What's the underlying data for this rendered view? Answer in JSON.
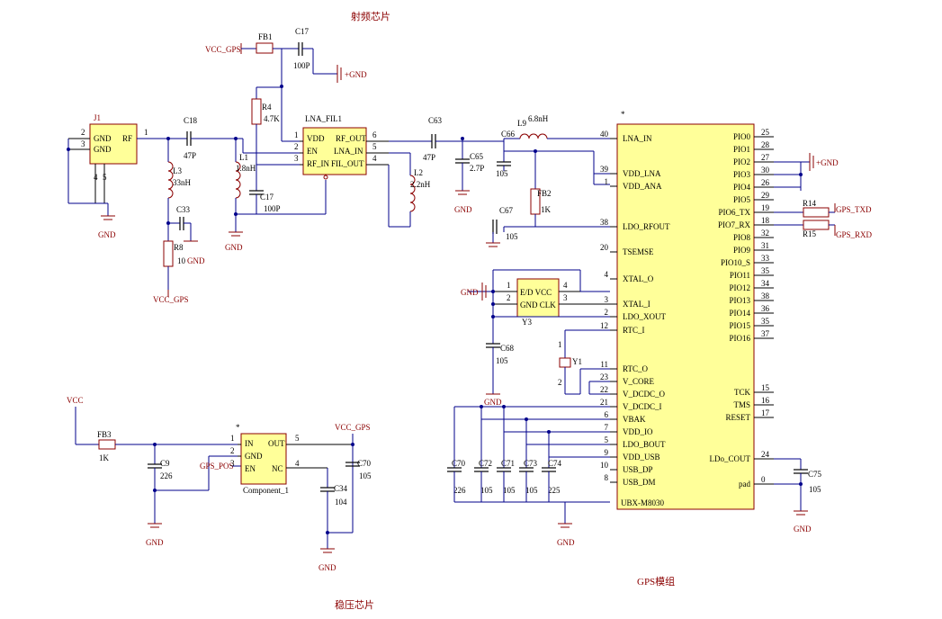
{
  "sections": {
    "rf_chip": "射频芯片",
    "ldo": "稳压芯片",
    "gps_module": "GPS模组"
  },
  "nets": {
    "vcc_gps": "VCC_GPS",
    "gnd": "GND",
    "plus_gnd": "+GND",
    "vcc": "VCC",
    "gps_txd": "GPS_TXD",
    "gps_rxd": "GPS_RXD",
    "gps_pos": "GPS_POS",
    "vcc_gps2": "VCC_GPS"
  },
  "components": {
    "j1": {
      "ref": "J1",
      "pin1": "1",
      "pin2": "2",
      "pin3": "3",
      "pin4": "4",
      "pin5": "5",
      "gnd1": "GND",
      "gnd2": "GND",
      "rf": "RF"
    },
    "fb1": {
      "ref": "FB1"
    },
    "c17": {
      "ref": "C17",
      "value": "100P"
    },
    "c18": {
      "ref": "C18",
      "value": "47P"
    },
    "l3": {
      "ref": "L3",
      "value": "33nH"
    },
    "l1": {
      "ref": "L1",
      "value": "1.8nH"
    },
    "r4": {
      "ref": "R4",
      "value": "4.7K"
    },
    "c17b": {
      "ref": "C17",
      "value": "100P"
    },
    "c33": {
      "ref": "C33"
    },
    "r8": {
      "ref": "R8",
      "value": "10"
    },
    "lna": {
      "ref": "LNA_FIL1",
      "vdd": "VDD",
      "rf_out": "RF_OUT",
      "en": "EN",
      "lna_in": "LNA_IN",
      "rf_in": "RF_IN",
      "fil_out": "FIL_OUT",
      "p1": "1",
      "p2": "2",
      "p3": "3",
      "p4": "4",
      "p5": "5",
      "p6": "6"
    },
    "l2": {
      "ref": "L2",
      "value": "2.2nH"
    },
    "c63": {
      "ref": "C63",
      "value": "47P"
    },
    "c65": {
      "ref": "C65",
      "value": "2.7P"
    },
    "c66": {
      "ref": "C66",
      "value": "105"
    },
    "l9": {
      "ref": "L9",
      "value": "6.8nH"
    },
    "fb2": {
      "ref": "FB2",
      "value": "1K"
    },
    "c67": {
      "ref": "C67",
      "value": "105"
    },
    "y3": {
      "ref": "Y3",
      "ed_vcc": "E/D VCC",
      "gnd_clk": "GND CLK",
      "p1": "1",
      "p2": "2",
      "p3": "3",
      "p4": "4"
    },
    "c68": {
      "ref": "C68",
      "value": "105"
    },
    "y1": {
      "ref": "Y1",
      "p1": "1",
      "p2": "2"
    },
    "fb3": {
      "ref": "FB3",
      "value": "1K"
    },
    "c9": {
      "ref": "C9",
      "value": "226"
    },
    "u_ldo": {
      "ref": "Component_1",
      "in": "IN",
      "gnd": "GND",
      "en": "EN",
      "out": "OUT",
      "nc": "NC",
      "p1": "1",
      "p2": "2",
      "p3": "3",
      "p4": "4",
      "p5": "5"
    },
    "c34": {
      "ref": "C34",
      "value": "104"
    },
    "c70": {
      "ref": "C70",
      "value": "105"
    },
    "c70b": {
      "ref": "C70",
      "value": "226"
    },
    "c72": {
      "ref": "C72",
      "value": "105"
    },
    "c71": {
      "ref": "C71",
      "value": "105"
    },
    "c73": {
      "ref": "C73",
      "value": "105"
    },
    "c74": {
      "ref": "C74",
      "value": "225"
    },
    "c75": {
      "ref": "C75",
      "value": "105"
    },
    "r14": {
      "ref": "R14"
    },
    "r15": {
      "ref": "R15"
    },
    "ubx": {
      "ref": "UBX-M8030",
      "left_pins": [
        {
          "num": "40",
          "name": "LNA_IN"
        },
        {
          "num": "39",
          "name": "VDD_LNA"
        },
        {
          "num": "1",
          "name": "VDD_ANA"
        },
        {
          "num": "38",
          "name": "LDO_RFOUT"
        },
        {
          "num": "20",
          "name": "TSEMSE"
        },
        {
          "num": "4",
          "name": "XTAL_O"
        },
        {
          "num": "3",
          "name": "XTAL_I"
        },
        {
          "num": "2",
          "name": "LDO_XOUT"
        },
        {
          "num": "12",
          "name": "RTC_I"
        },
        {
          "num": "11",
          "name": "RTC_O"
        },
        {
          "num": "23",
          "name": "V_CORE"
        },
        {
          "num": "22",
          "name": "V_DCDC_O"
        },
        {
          "num": "21",
          "name": "V_DCDC_I"
        },
        {
          "num": "6",
          "name": "VBAK"
        },
        {
          "num": "7",
          "name": "VDD_IO"
        },
        {
          "num": "5",
          "name": "LDO_BOUT"
        },
        {
          "num": "9",
          "name": "VDD_USB"
        },
        {
          "num": "10",
          "name": "USB_DP"
        },
        {
          "num": "8",
          "name": "USB_DM"
        }
      ],
      "right_pins": [
        {
          "num": "25",
          "name": "PIO0"
        },
        {
          "num": "28",
          "name": "PIO1"
        },
        {
          "num": "27",
          "name": "PIO2"
        },
        {
          "num": "30",
          "name": "PIO3"
        },
        {
          "num": "26",
          "name": "PIO4"
        },
        {
          "num": "29",
          "name": "PIO5"
        },
        {
          "num": "19",
          "name": "PIO6_TX"
        },
        {
          "num": "18",
          "name": "PIO7_RX"
        },
        {
          "num": "32",
          "name": "PIO8"
        },
        {
          "num": "31",
          "name": "PIO9"
        },
        {
          "num": "33",
          "name": "PIO10_S"
        },
        {
          "num": "35",
          "name": "PIO11"
        },
        {
          "num": "34",
          "name": "PIO12"
        },
        {
          "num": "38",
          "name": "PIO13"
        },
        {
          "num": "36",
          "name": "PIO14"
        },
        {
          "num": "35",
          "name": "PIO15"
        },
        {
          "num": "37",
          "name": "PIO16"
        },
        {
          "num": "15",
          "name": "TCK"
        },
        {
          "num": "16",
          "name": "TMS"
        },
        {
          "num": "17",
          "name": "RESET"
        },
        {
          "num": "24",
          "name": "LDo_COUT"
        },
        {
          "num": "0",
          "name": "pad"
        }
      ]
    }
  }
}
